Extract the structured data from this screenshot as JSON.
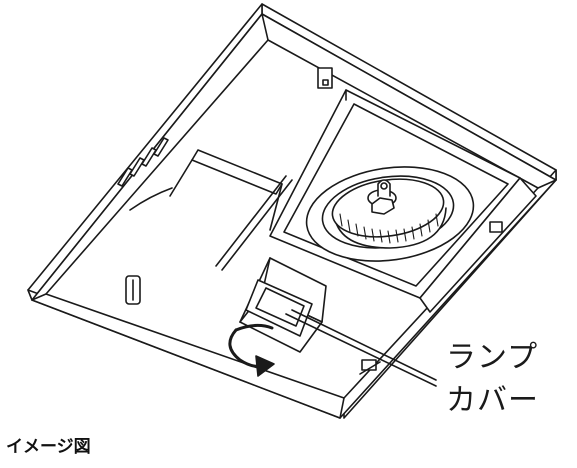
{
  "callout": {
    "line1": "ランプ",
    "line2": "カバー"
  },
  "caption": "イメージ図",
  "icons": [
    "rotate-arrow-icon"
  ],
  "colors": {
    "stroke": "#1a1a1a",
    "fill": "#ffffff"
  }
}
